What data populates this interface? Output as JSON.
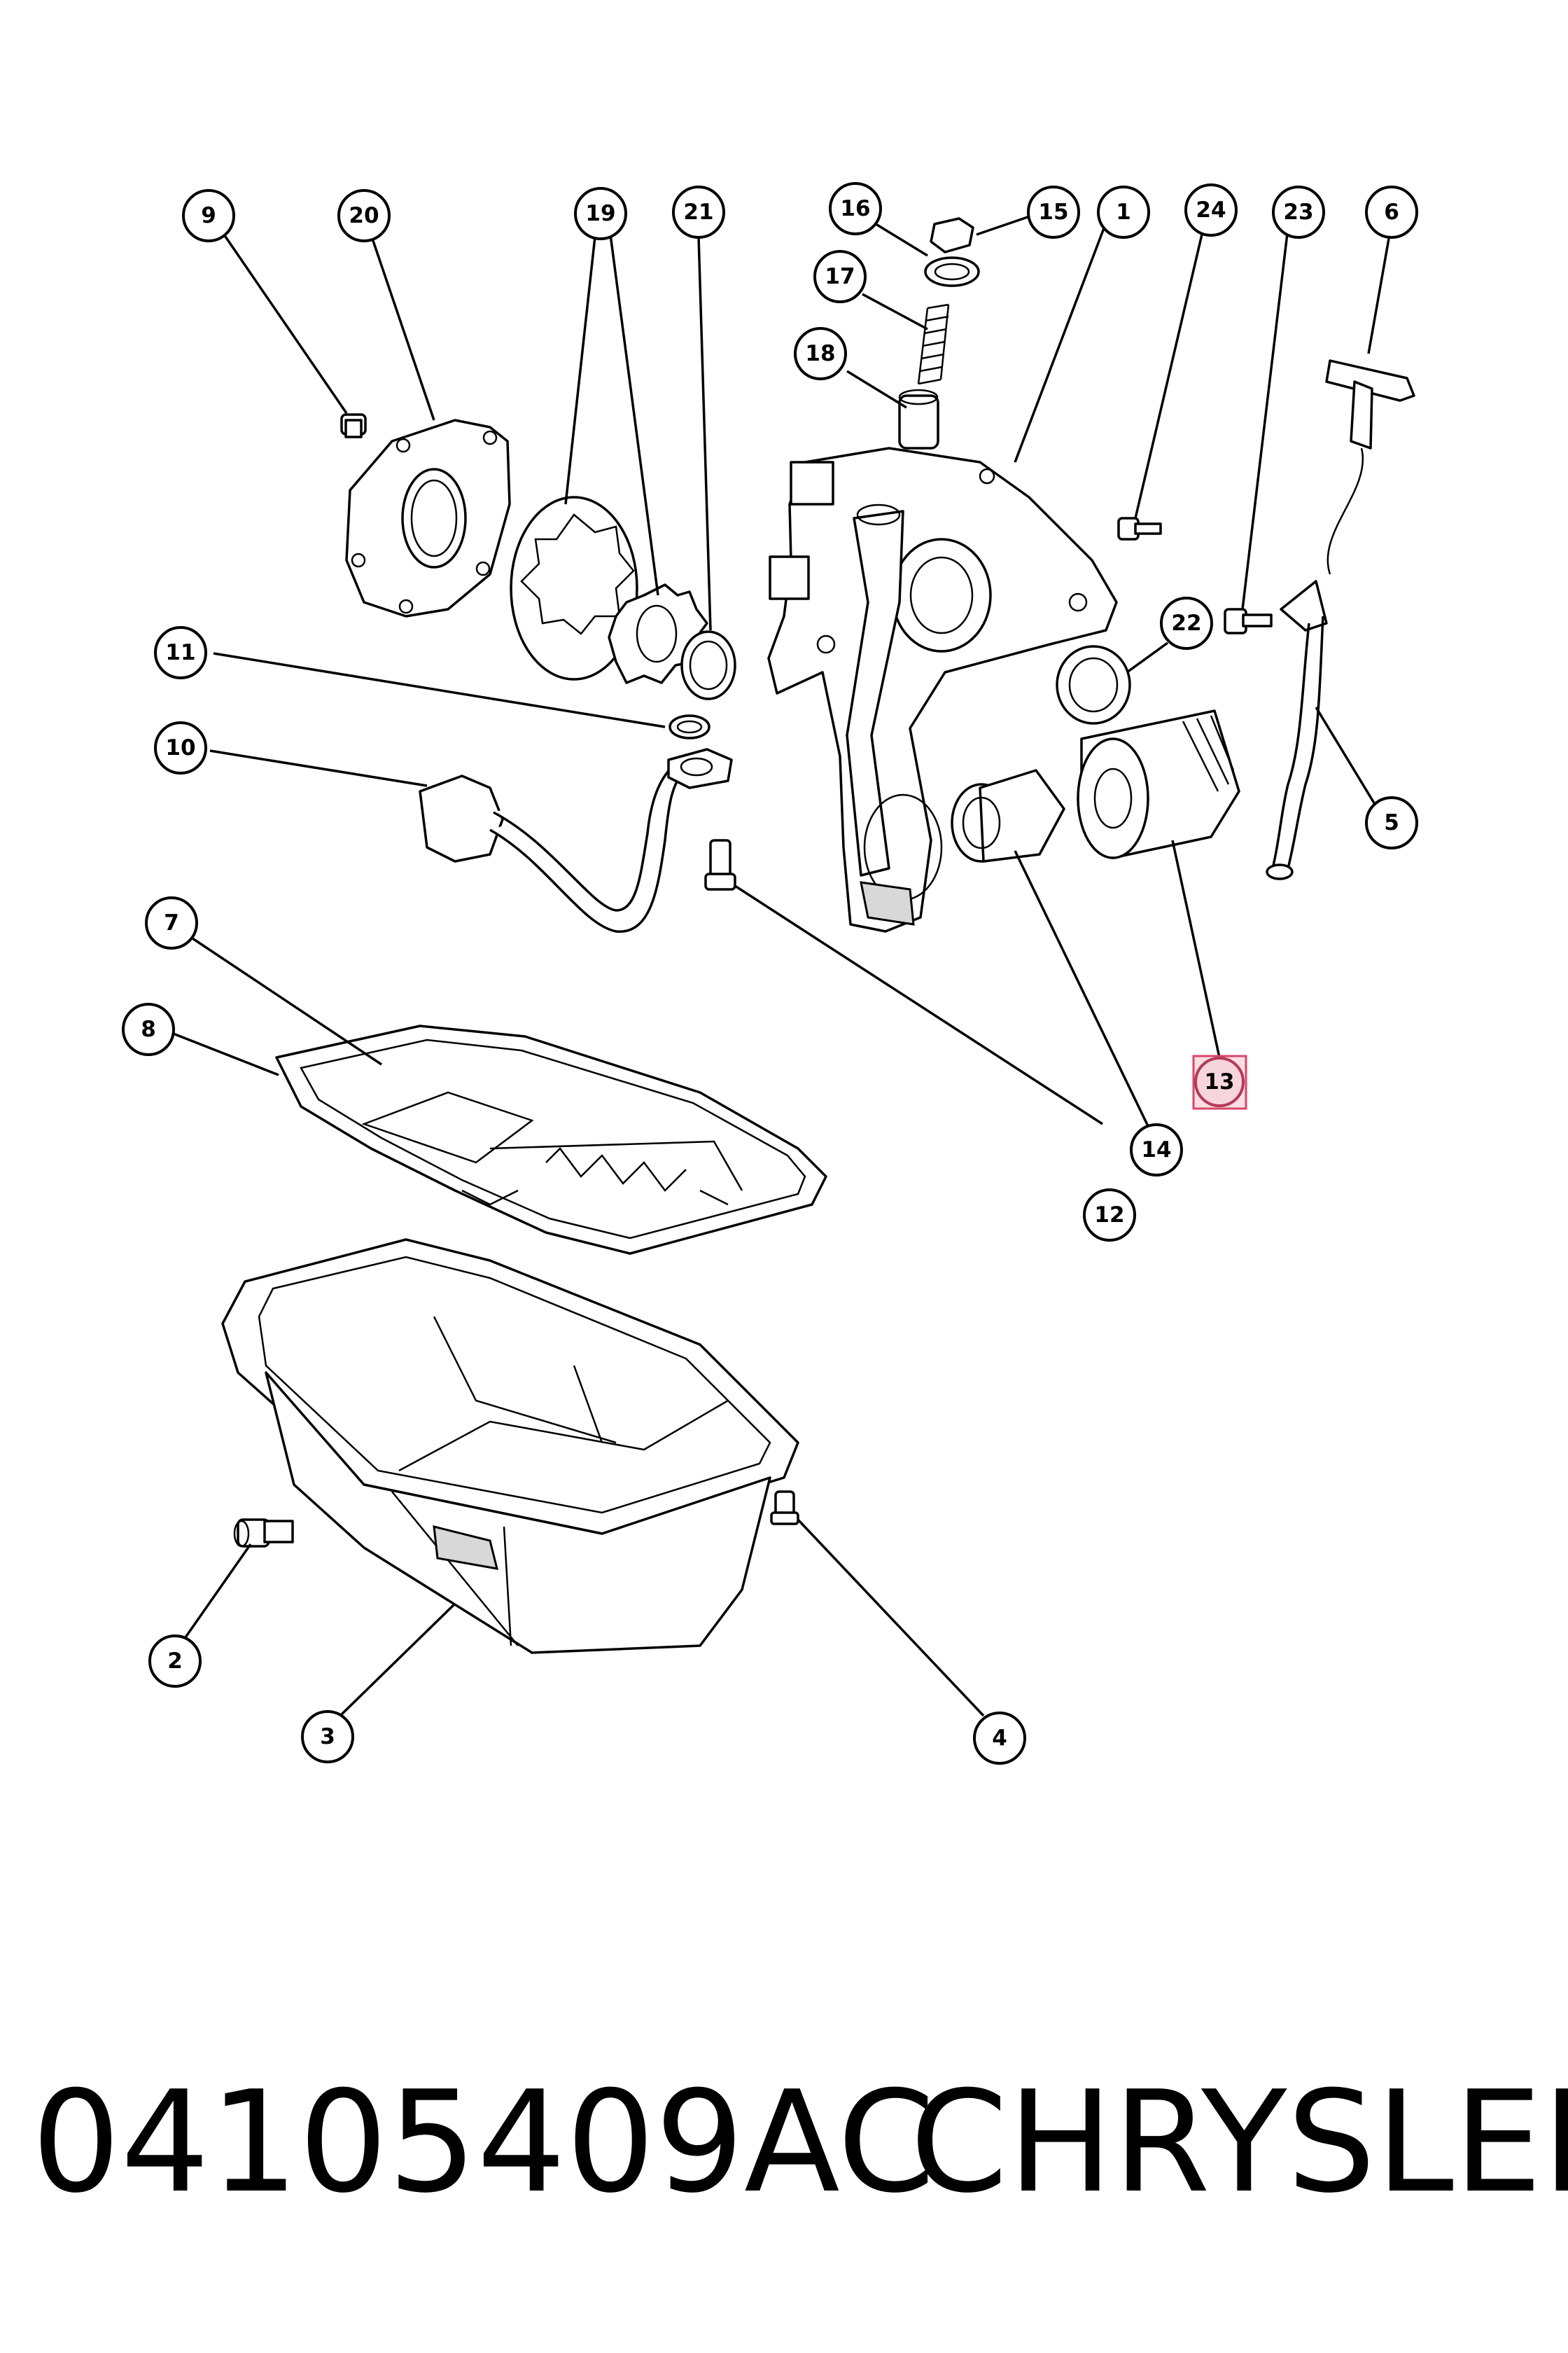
{
  "callouts": [
    {
      "label": "1"
    },
    {
      "label": "2"
    },
    {
      "label": "3"
    },
    {
      "label": "4"
    },
    {
      "label": "5"
    },
    {
      "label": "6"
    },
    {
      "label": "7"
    },
    {
      "label": "8"
    },
    {
      "label": "9"
    },
    {
      "label": "10"
    },
    {
      "label": "11"
    },
    {
      "label": "12"
    },
    {
      "label": "13"
    },
    {
      "label": "14"
    },
    {
      "label": "15"
    },
    {
      "label": "16"
    },
    {
      "label": "17"
    },
    {
      "label": "18"
    },
    {
      "label": "19"
    },
    {
      "label": "20"
    },
    {
      "label": "21"
    },
    {
      "label": "22"
    },
    {
      "label": "23"
    },
    {
      "label": "24"
    }
  ],
  "highlighted_callout": "13",
  "colors": {
    "highlight": "#d9466a",
    "ink": "#000000",
    "background": "#ffffff"
  },
  "caption": {
    "part_number": "04105409AC",
    "brand": "CHRYSLER"
  }
}
